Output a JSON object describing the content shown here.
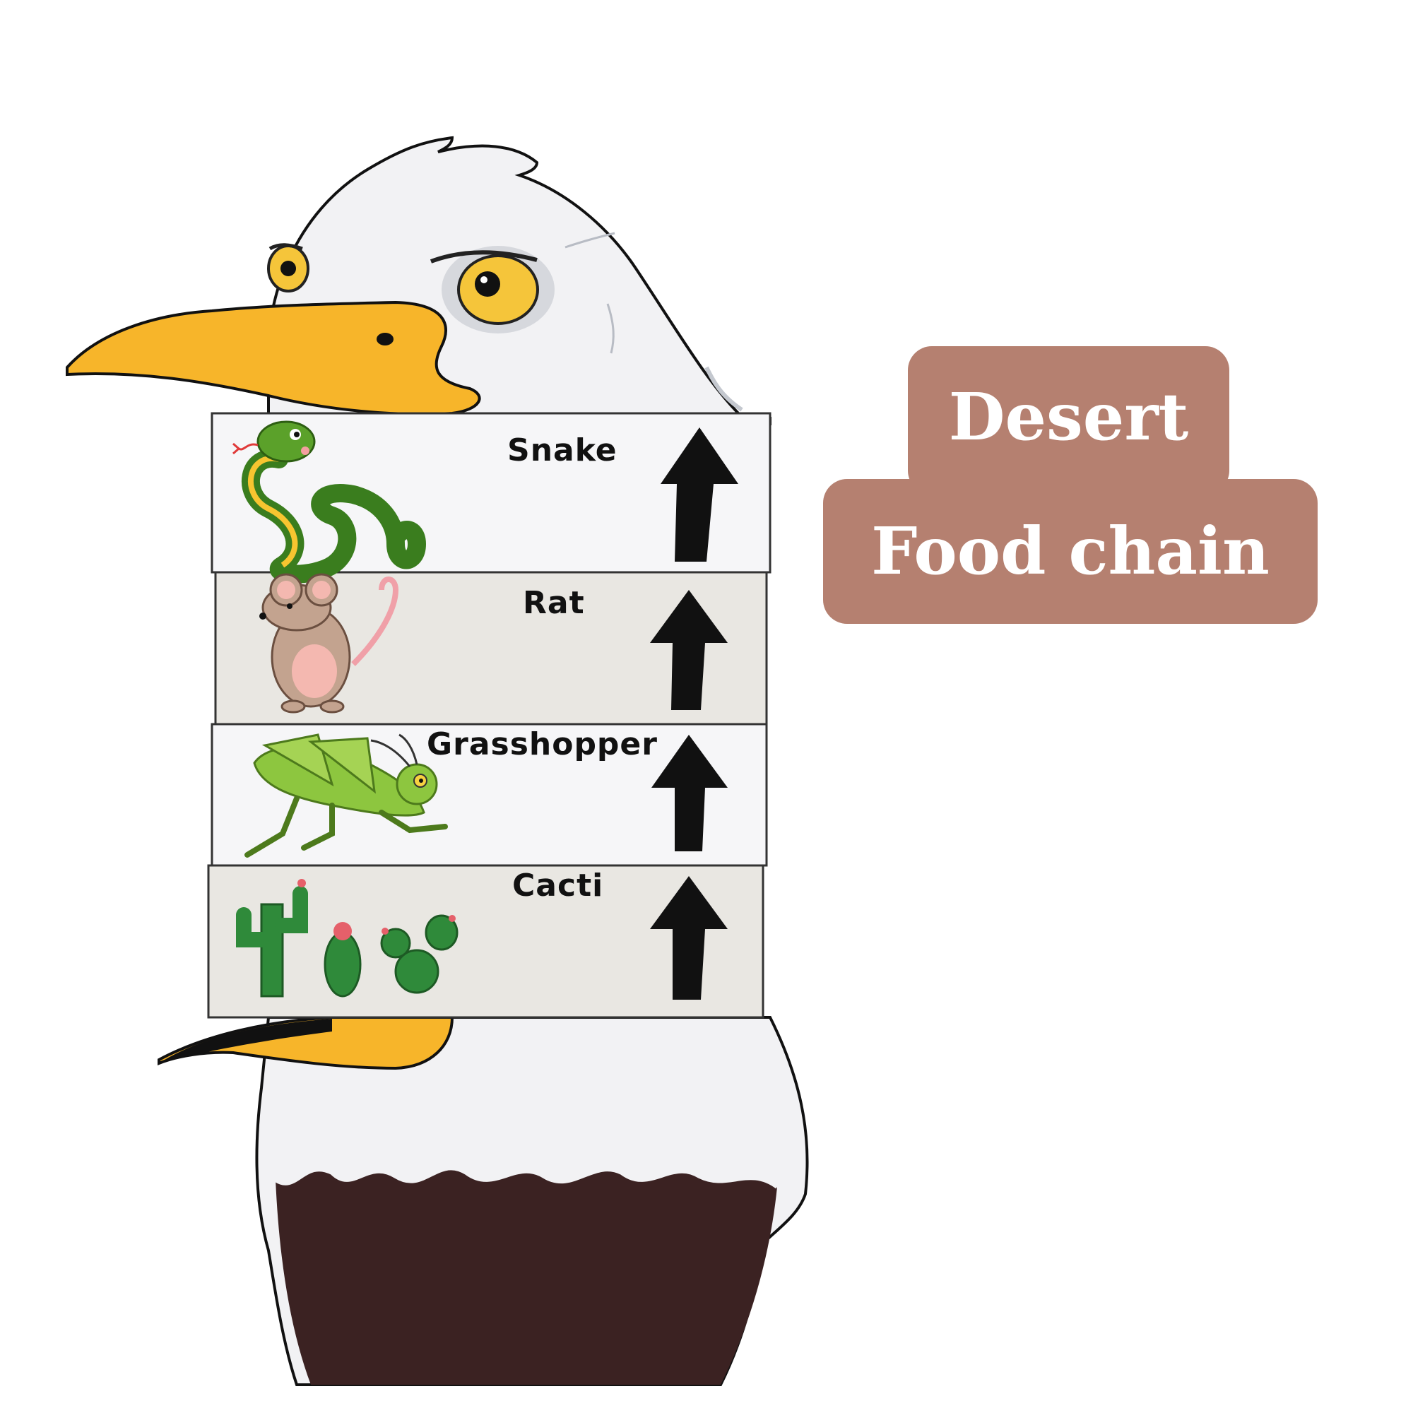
{
  "title": {
    "line1": "Desert",
    "line2": "Food chain",
    "bg_color": "#b58070",
    "text_color": "#ffffff"
  },
  "food_chain": {
    "direction": "up",
    "levels": [
      {
        "label": "Snake",
        "icon": "snake-icon",
        "bg": "#f6f6f8"
      },
      {
        "label": "Rat",
        "icon": "rat-icon",
        "bg": "#e9e7e2"
      },
      {
        "label": "Grasshopper",
        "icon": "grasshopper-icon",
        "bg": "#f6f6f8"
      },
      {
        "label": "Cacti",
        "icon": "cacti-icon",
        "bg": "#e9e7e2"
      }
    ],
    "arrow_icon": "up-arrow-icon",
    "top_predator_icon": "eagle-icon"
  },
  "colors": {
    "eagle_white": "#f2f2f4",
    "beak": "#f7b52a",
    "eye": "#f5c53a",
    "eagle_dark": "#3b2222"
  }
}
